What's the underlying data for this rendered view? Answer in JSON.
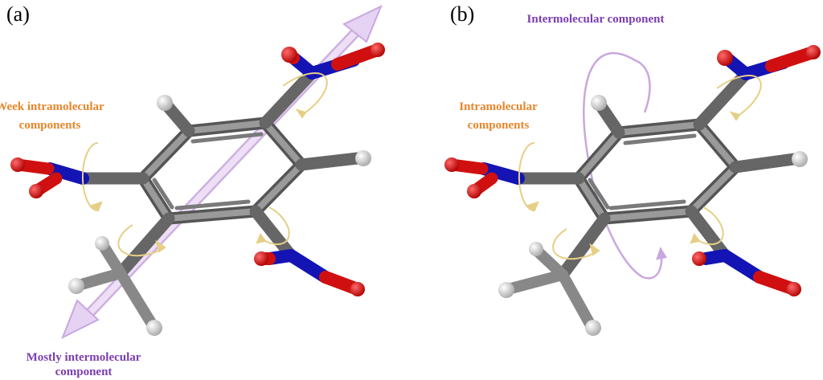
{
  "colors": {
    "intra": "#E8852A",
    "inter": "#7A3DB0",
    "arrow_fill": "#E6D2F2",
    "arrow_stroke": "#CDB0E0",
    "rotation": "#E5CF86",
    "bond_gray": "#6E6E6E",
    "nitrogen": "#1414B4",
    "oxygen": "#D01010",
    "hydrogen": "#DADADA"
  },
  "panels": [
    {
      "label": "(a)",
      "annotations": {
        "intra_line1": "Week intramolecular",
        "intra_line2": "components",
        "inter_line1": "Mostly intermolecular",
        "inter_line2": "component"
      }
    },
    {
      "label": "(b)",
      "annotations": {
        "inter_line1": "Intermolecular component",
        "intra_line1": "Intramolecular",
        "intra_line2": "components"
      }
    }
  ]
}
